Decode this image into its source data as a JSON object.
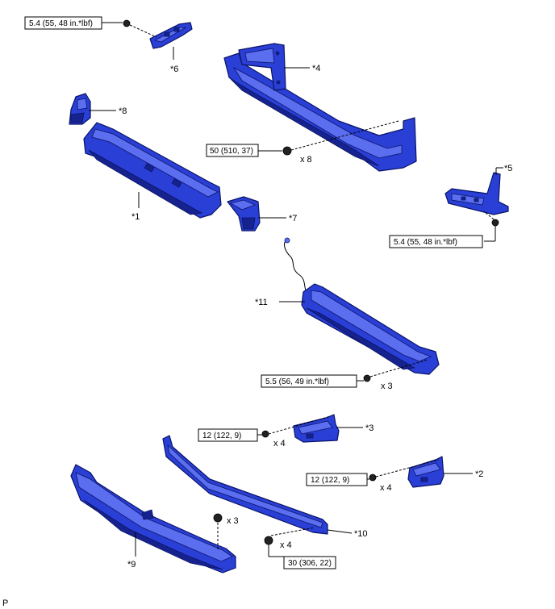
{
  "callouts": {
    "p1": "*1",
    "p2": "*2",
    "p3": "*3",
    "p4": "*4",
    "p5": "*5",
    "p6": "*6",
    "p7": "*7",
    "p8": "*8",
    "p9": "*9",
    "p10": "*10",
    "p11": "*11"
  },
  "torques": {
    "t_top_left": "5.4 (55, 48 in.*lbf)",
    "t_reinf": "50 (510, 37)",
    "t_right": "5.4 (55, 48 in.*lbf)",
    "t_absorber": "5.5 (56, 49 in.*lbf)",
    "t_p3": "12 (122, 9)",
    "t_p2": "12 (122, 9)",
    "t_p10": "30 (306, 22)"
  },
  "quantities": {
    "q_reinf": "x 8",
    "q_absorber": "x 3",
    "q_p3": "x 4",
    "q_p2": "x 4",
    "q_p9": "x 3",
    "q_p10": "x 4"
  },
  "figure_code": "P"
}
